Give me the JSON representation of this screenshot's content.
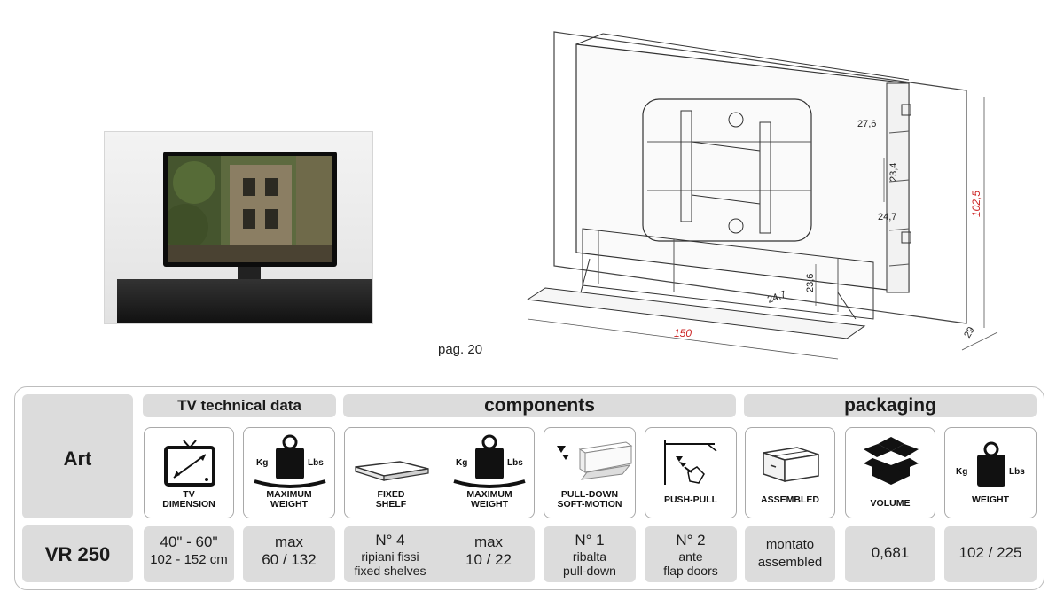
{
  "page_label": "pag. 20",
  "drawing": {
    "dims": {
      "width": "150",
      "height": "102,5",
      "depth": "29",
      "shelf_depth_top": "27,6",
      "shelf_height": "23,4",
      "shelf_depth_mid": "24,7",
      "compartment_height": "23,6",
      "compartment_depth": "24,7"
    }
  },
  "table": {
    "art_label": "Art",
    "model": "VR 250",
    "headers": {
      "tv": "TV technical data",
      "components": "components",
      "packaging": "packaging"
    },
    "icons": {
      "tv_dimension": "TV\nDIMENSION",
      "max_weight_tv": "MAXIMUM\nWEIGHT",
      "fixed_shelf": "FIXED\nSHELF",
      "max_weight_shelf": "MAXIMUM\nWEIGHT",
      "pull_down": "PULL-DOWN\nSOFT-MOTION",
      "push_pull": "PUSH-PULL",
      "assembled": "ASSEMBLED",
      "volume": "VOLUME",
      "weight": "WEIGHT",
      "kg": "Kg",
      "lbs": "Lbs"
    },
    "values": {
      "tv_dimension": {
        "line1": "40\" - 60\"",
        "line2": "102 - 152 cm"
      },
      "max_weight_tv": {
        "line1": "max",
        "line2": "60 / 132"
      },
      "fixed_shelf": {
        "line1": "N° 4",
        "line2": "ripiani fissi",
        "line3": "fixed shelves"
      },
      "max_weight_shelf": {
        "line1": "max",
        "line2": "10 / 22"
      },
      "pull_down": {
        "line1": "N° 1",
        "line2": "ribalta",
        "line3": "pull-down"
      },
      "push_pull": {
        "line1": "N° 2",
        "line2": "ante",
        "line3": "flap doors"
      },
      "assembled": {
        "line1": "montato",
        "line2": "assembled"
      },
      "volume": "0,681",
      "weight": "102 / 225"
    }
  }
}
